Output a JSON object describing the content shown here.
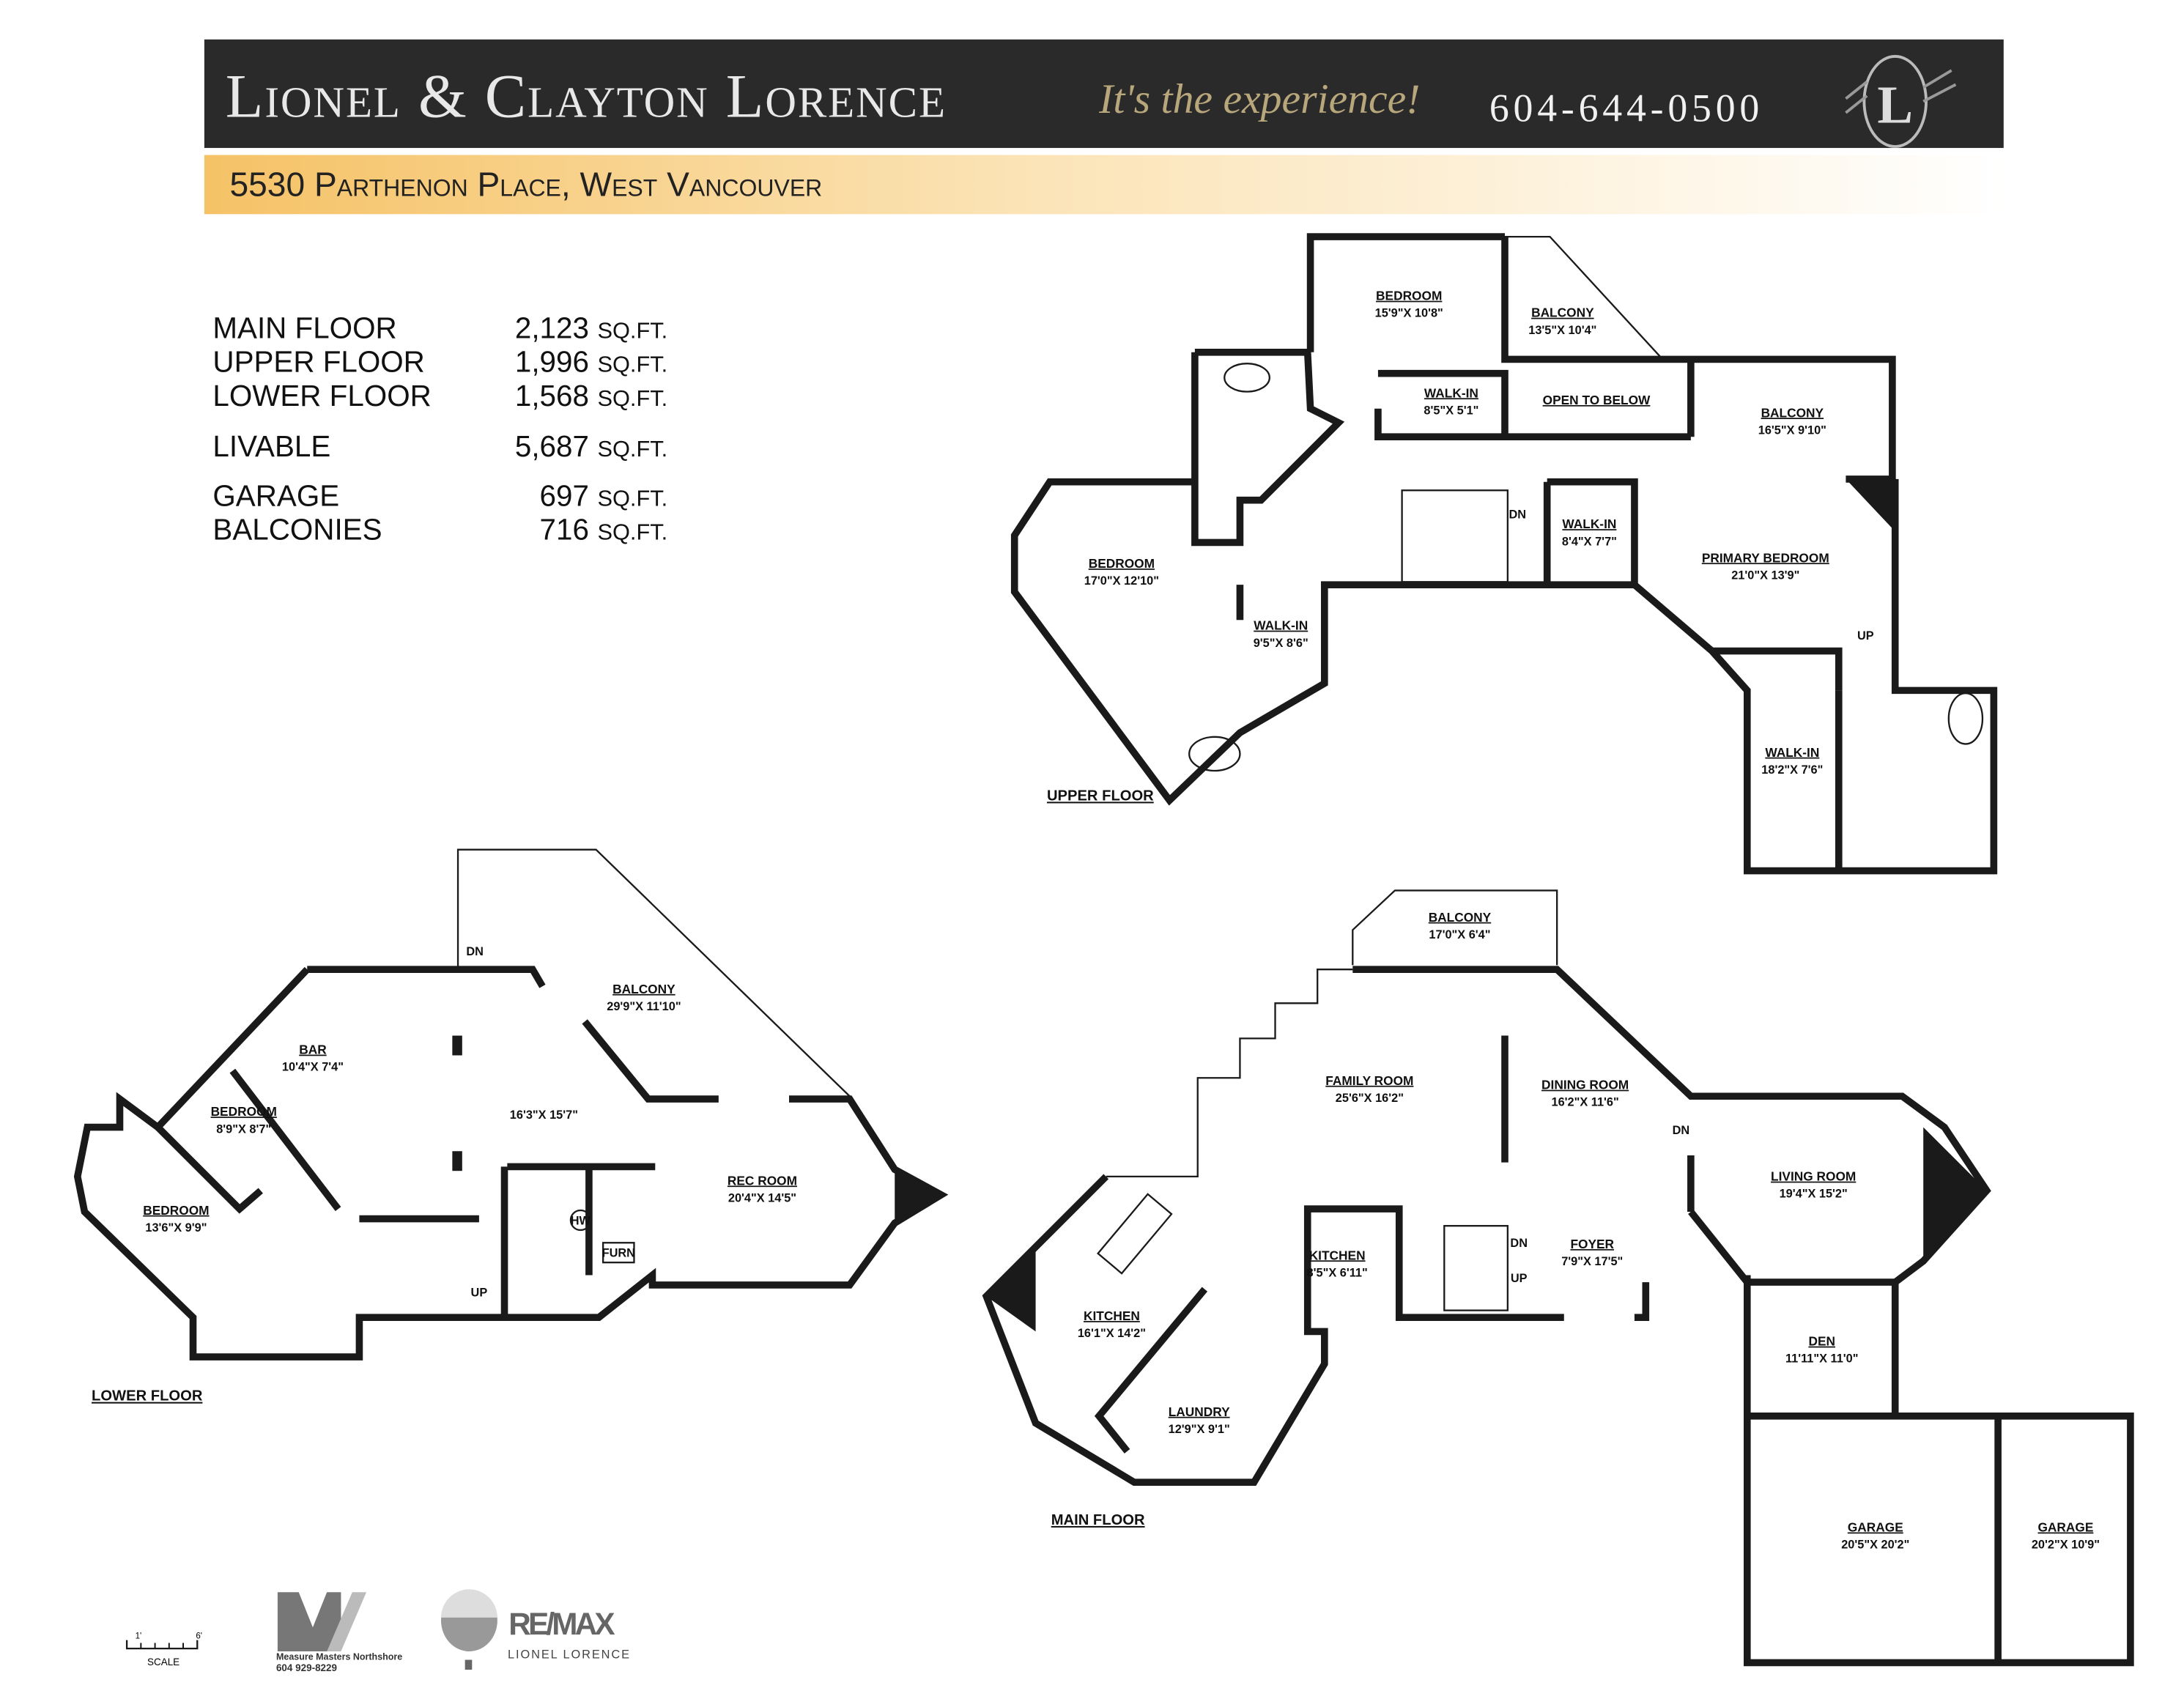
{
  "header": {
    "brand": "Lionel & Clayton Lorence",
    "tagline": "It's the experience!",
    "phone": "604-644-0500",
    "logo_monogram": "LL",
    "bar_color": "#2a2a2a",
    "tagline_color": "#b9a77c"
  },
  "address": {
    "text": "5530 Parthenon Place, West Vancouver",
    "band_color": "#f5c266"
  },
  "areas": [
    {
      "label": "MAIN FLOOR",
      "value": "2,123",
      "unit": "SQ.FT."
    },
    {
      "label": "UPPER FLOOR",
      "value": "1,996",
      "unit": "SQ.FT."
    },
    {
      "label": "LOWER FLOOR",
      "value": "1,568",
      "unit": "SQ.FT."
    },
    {
      "label": "LIVABLE",
      "value": "5,687",
      "unit": "SQ.FT."
    },
    {
      "label": "GARAGE",
      "value": "697",
      "unit": "SQ.FT."
    },
    {
      "label": "BALCONIES",
      "value": "716",
      "unit": "SQ.FT."
    }
  ],
  "upper_floor": {
    "title": "UPPER FLOOR",
    "rooms": [
      {
        "name": "BEDROOM",
        "dim": "15'9\"X 10'8\""
      },
      {
        "name": "BALCONY",
        "dim": "13'5\"X 10'4\""
      },
      {
        "name": "WALK-IN",
        "dim": "8'5\"X 5'1\""
      },
      {
        "name": "OPEN TO BELOW",
        "dim": ""
      },
      {
        "name": "BALCONY",
        "dim": "16'5\"X 9'10\""
      },
      {
        "name": "WALK-IN",
        "dim": "8'4\"X 7'7\""
      },
      {
        "name": "PRIMARY BEDROOM",
        "dim": "21'0\"X 13'9\""
      },
      {
        "name": "BEDROOM",
        "dim": "17'0\"X 12'10\""
      },
      {
        "name": "WALK-IN",
        "dim": "9'5\"X 8'6\""
      },
      {
        "name": "WALK-IN",
        "dim": "18'2\"X 7'6\""
      }
    ],
    "marks": [
      "DN",
      "UP"
    ]
  },
  "lower_floor": {
    "title": "LOWER FLOOR",
    "rooms": [
      {
        "name": "BALCONY",
        "dim": "29'9\"X 11'10\""
      },
      {
        "name": "BAR",
        "dim": "10'4\"X 7'4\""
      },
      {
        "name": "",
        "dim": "16'3\"X 15'7\""
      },
      {
        "name": "BEDROOM",
        "dim": "8'9\"X 8'7\""
      },
      {
        "name": "REC ROOM",
        "dim": "20'4\"X 14'5\""
      },
      {
        "name": "BEDROOM",
        "dim": "13'6\"X 9'9\""
      }
    ],
    "marks": [
      "DN",
      "UP",
      "HW",
      "FURN"
    ]
  },
  "main_floor": {
    "title": "MAIN FLOOR",
    "rooms": [
      {
        "name": "BALCONY",
        "dim": "17'0\"X 6'4\""
      },
      {
        "name": "FAMILY ROOM",
        "dim": "25'6\"X 16'2\""
      },
      {
        "name": "DINING ROOM",
        "dim": "16'2\"X 11'6\""
      },
      {
        "name": "LIVING ROOM",
        "dim": "19'4\"X 15'2\""
      },
      {
        "name": "KITCHEN",
        "dim": "8'5\"X 6'11\""
      },
      {
        "name": "FOYER",
        "dim": "7'9\"X 17'5\""
      },
      {
        "name": "KITCHEN",
        "dim": "16'1\"X 14'2\""
      },
      {
        "name": "DEN",
        "dim": "11'11\"X 11'0\""
      },
      {
        "name": "LAUNDRY",
        "dim": "12'9\"X 9'1\""
      },
      {
        "name": "GARAGE",
        "dim": "20'5\"X 20'2\""
      },
      {
        "name": "GARAGE",
        "dim": "20'2\"X 10'9\""
      }
    ],
    "marks": [
      "DN",
      "DN",
      "UP"
    ]
  },
  "footer": {
    "scale_start": "1'",
    "scale_end": "6'",
    "scale_label": "SCALE",
    "measurer_name": "Measure Masters Northshore",
    "measurer_phone": "604 929-8229",
    "brokerage_logo": "RE/MAX",
    "agent_name": "LIONEL LORENCE"
  }
}
